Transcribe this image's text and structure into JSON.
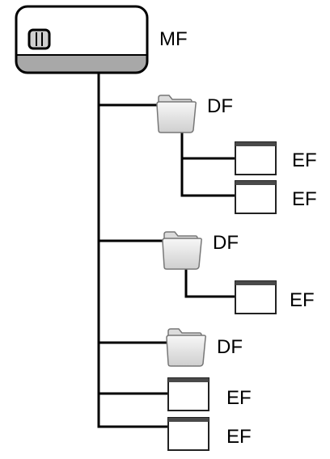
{
  "root": {
    "label": "MF",
    "icon": "smart-card-icon"
  },
  "nodes": [
    {
      "label": "DF",
      "icon": "folder-icon"
    },
    {
      "label": "EF",
      "icon": "file-icon"
    },
    {
      "label": "EF",
      "icon": "file-icon"
    },
    {
      "label": "DF",
      "icon": "folder-icon"
    },
    {
      "label": "EF",
      "icon": "file-icon"
    },
    {
      "label": "DF",
      "icon": "folder-icon"
    },
    {
      "label": "EF",
      "icon": "file-icon"
    },
    {
      "label": "EF",
      "icon": "file-icon"
    }
  ],
  "colors": {
    "line": "#000000",
    "card_stripe": "#a8a8a8",
    "folder_fill": "#ebebeb",
    "file_fill": "#ffffff",
    "file_header": "#4a4a4a"
  }
}
